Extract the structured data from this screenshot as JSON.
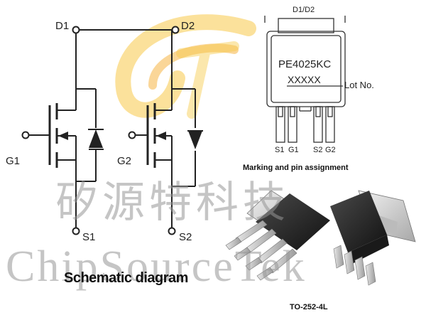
{
  "schematic": {
    "pins": {
      "d1": "D1",
      "d2": "D2",
      "g1": "G1",
      "g2": "G2",
      "s1": "S1",
      "s2": "S2"
    },
    "caption": "Schematic diagram"
  },
  "marking": {
    "header": "D1/D2",
    "part_number": "PE4025KC",
    "lot_code": "XXXXX",
    "lot_label": "Lot No.",
    "pins": [
      "S1",
      "G1",
      "S2",
      "G2"
    ],
    "caption": "Marking and pin assignment"
  },
  "package": {
    "caption": "TO-252-4L"
  },
  "watermark": {
    "chinese": "矽源特科技",
    "english": "ChipSourceTek",
    "logo_colors": [
      "#f7c948",
      "#f3a31b"
    ]
  }
}
